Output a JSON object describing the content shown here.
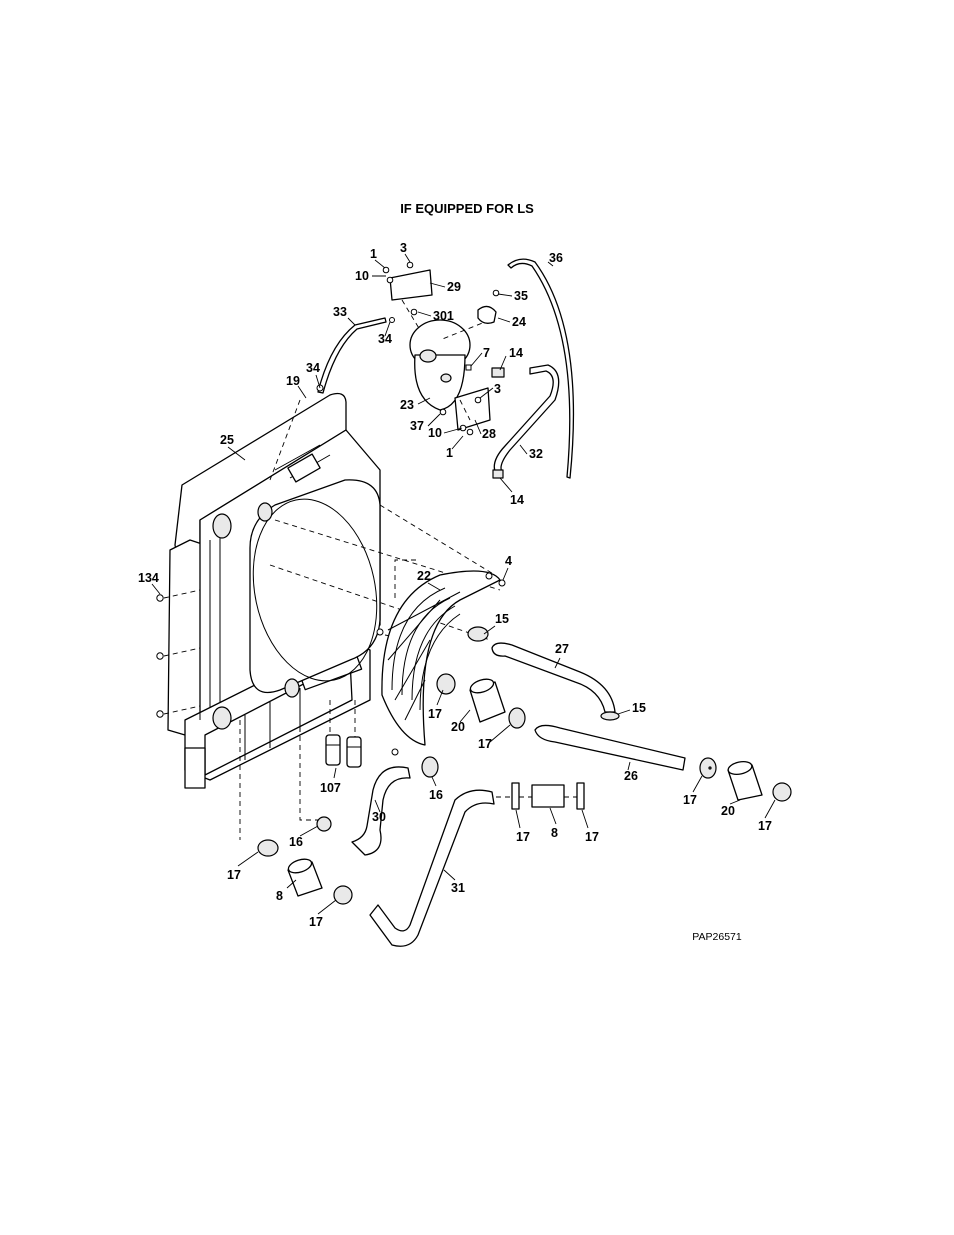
{
  "title": "IF EQUIPPED FOR LS",
  "figure_code": "PAP26571",
  "callouts": {
    "c1a": "1",
    "c3a": "3",
    "c10a": "10",
    "c29": "29",
    "c36": "36",
    "c35": "35",
    "c33": "33",
    "c301": "301",
    "c24": "24",
    "c34a": "34",
    "c7": "7",
    "c14a": "14",
    "c34b": "34",
    "c19": "19",
    "c3b": "3",
    "c23": "23",
    "c37": "37",
    "c10b": "10",
    "c28": "28",
    "c1b": "1",
    "c32": "32",
    "c25": "25",
    "c14b": "14",
    "c4": "4",
    "c134": "134",
    "c22": "22",
    "c15a": "15",
    "c27": "27",
    "c15b": "15",
    "c17a": "17",
    "c20a": "20",
    "c17b": "17",
    "c26": "26",
    "c107": "107",
    "c16a": "16",
    "c30": "30",
    "c17c": "17",
    "c8a": "8",
    "c17d": "17",
    "c17e": "17",
    "c20b": "20",
    "c17f": "17",
    "c16b": "16",
    "c17g": "17",
    "c8b": "8",
    "c31": "31",
    "c17h": "17"
  }
}
